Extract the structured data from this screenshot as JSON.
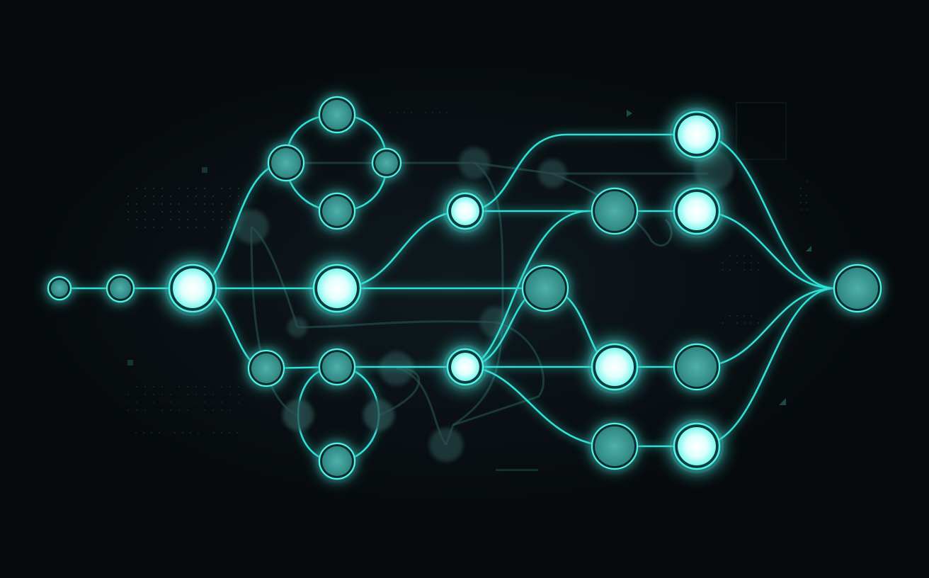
{
  "colors": {
    "background": "#070b0e",
    "edge": "#2fe0d6",
    "edge_faint": "#2a5a5a",
    "node_bright_fill": "#eaffff",
    "node_mid_fill": "#3c9c9a",
    "node_ring": "#4ff3ea",
    "node_faint_fill": "#2a4f50",
    "hud_dots": "#1d4a48"
  },
  "diagram": {
    "nodes": [
      {
        "id": "n1",
        "level": "mid",
        "icon": "node"
      },
      {
        "id": "n2",
        "level": "mid",
        "icon": "node"
      },
      {
        "id": "n3",
        "level": "bright",
        "icon": "node"
      },
      {
        "id": "n4",
        "level": "bright",
        "icon": "node"
      },
      {
        "id": "n5",
        "level": "mid",
        "icon": "node"
      },
      {
        "id": "n6",
        "level": "mid",
        "icon": "node"
      },
      {
        "id": "n7",
        "level": "mid",
        "icon": "node"
      },
      {
        "id": "n8",
        "level": "mid",
        "icon": "node"
      },
      {
        "id": "n9",
        "level": "mid",
        "icon": "node"
      },
      {
        "id": "n10",
        "level": "mid",
        "icon": "node"
      },
      {
        "id": "n11",
        "level": "faint",
        "icon": "node"
      },
      {
        "id": "n12",
        "level": "faint",
        "icon": "node"
      },
      {
        "id": "n13",
        "level": "mid",
        "icon": "node"
      },
      {
        "id": "n14",
        "level": "bright",
        "icon": "node"
      },
      {
        "id": "n15",
        "level": "bright",
        "icon": "node"
      },
      {
        "id": "n16",
        "level": "mid",
        "icon": "node"
      },
      {
        "id": "n17",
        "level": "bright",
        "icon": "node"
      },
      {
        "id": "n18",
        "level": "bright",
        "icon": "node"
      },
      {
        "id": "n19",
        "level": "mid",
        "icon": "node"
      },
      {
        "id": "n20",
        "level": "bright",
        "icon": "node"
      },
      {
        "id": "n21",
        "level": "bright",
        "icon": "node"
      },
      {
        "id": "n22",
        "level": "mid",
        "icon": "node"
      },
      {
        "id": "n23",
        "level": "mid",
        "icon": "node"
      },
      {
        "id": "n24",
        "level": "mid",
        "icon": "node"
      }
    ]
  }
}
